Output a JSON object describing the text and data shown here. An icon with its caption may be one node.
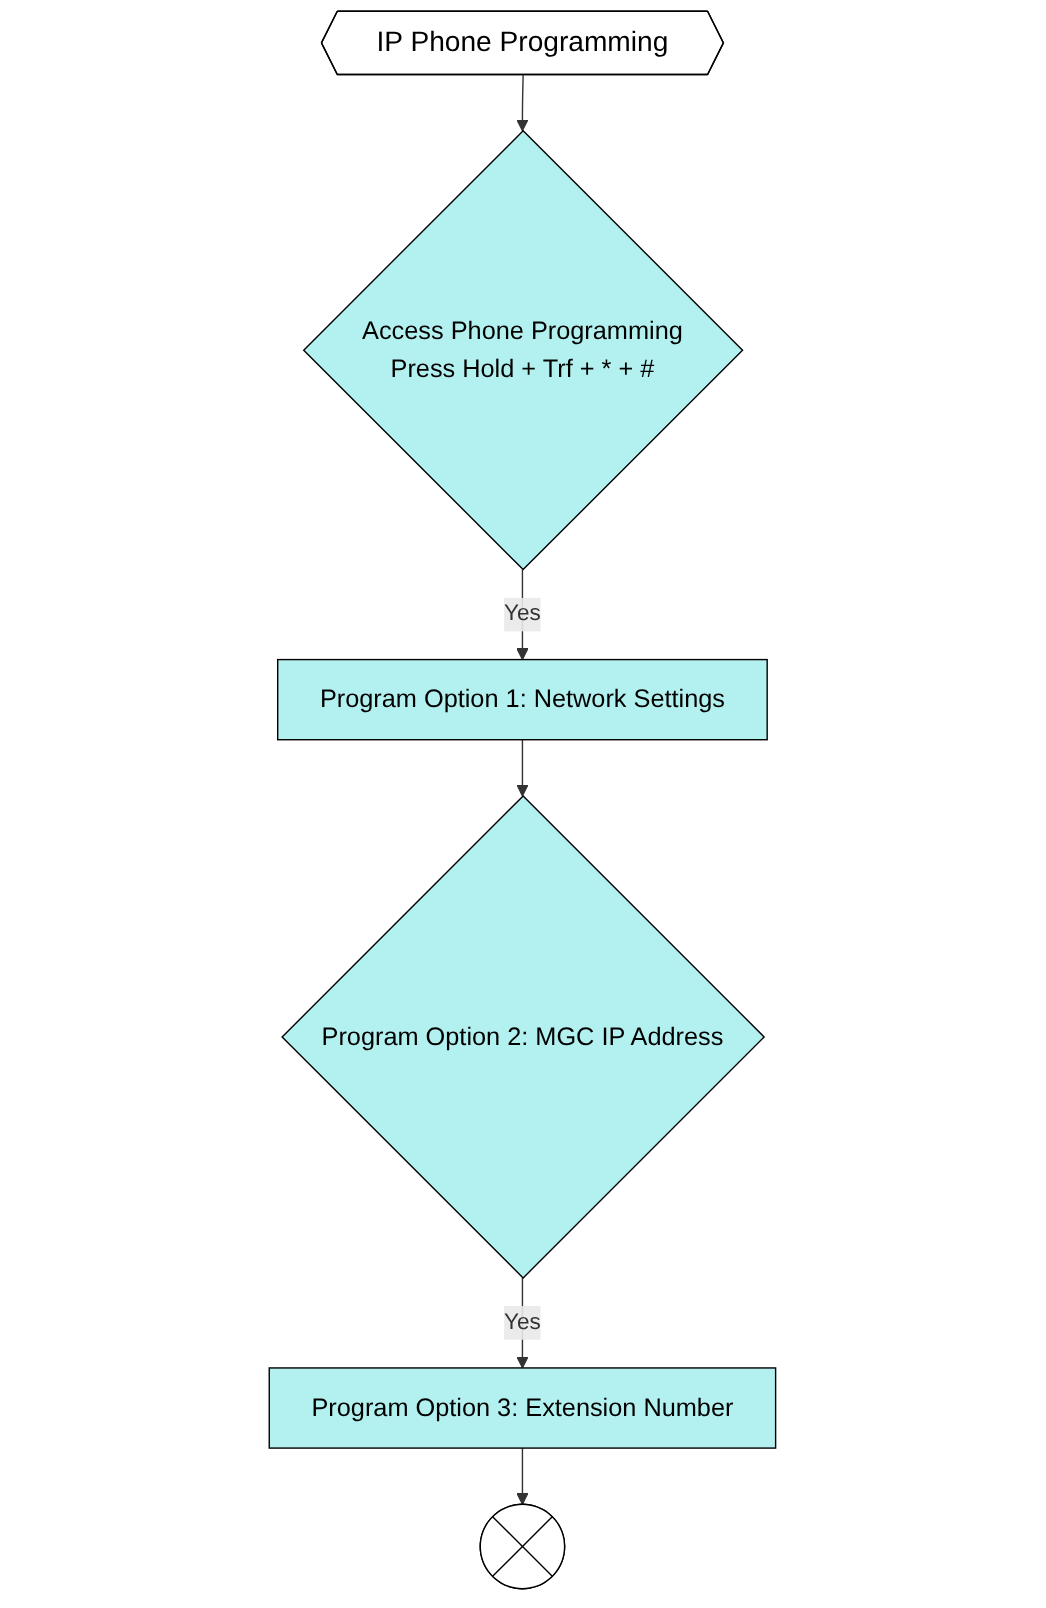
{
  "diagram": {
    "nodes": [
      {
        "text": [
          "IP Phone Programming"
        ]
      },
      {
        "text": [
          "Access Phone Programming",
          "Press Hold + Trf + * + #"
        ]
      },
      {
        "text": [
          "Program Option 1: Network Settings"
        ]
      },
      {
        "text": [
          "Program Option 2: MGC IP Address"
        ]
      },
      {
        "text": [
          "Program Option 3: Extension Number"
        ]
      },
      {
        "text": [],
        "shape": "circle"
      }
    ],
    "edges": [
      {
        "from": 0,
        "to": 1,
        "arrow": "to"
      },
      {
        "from": 1,
        "to": 2,
        "label": "Yes",
        "arrow": "to"
      },
      {
        "from": 2,
        "to": 3,
        "arrow": "to"
      },
      {
        "from": 3,
        "to": 4,
        "label": "Yes",
        "arrow": "to"
      },
      {
        "from": 4,
        "to": 5,
        "arrow": "to"
      }
    ]
  }
}
